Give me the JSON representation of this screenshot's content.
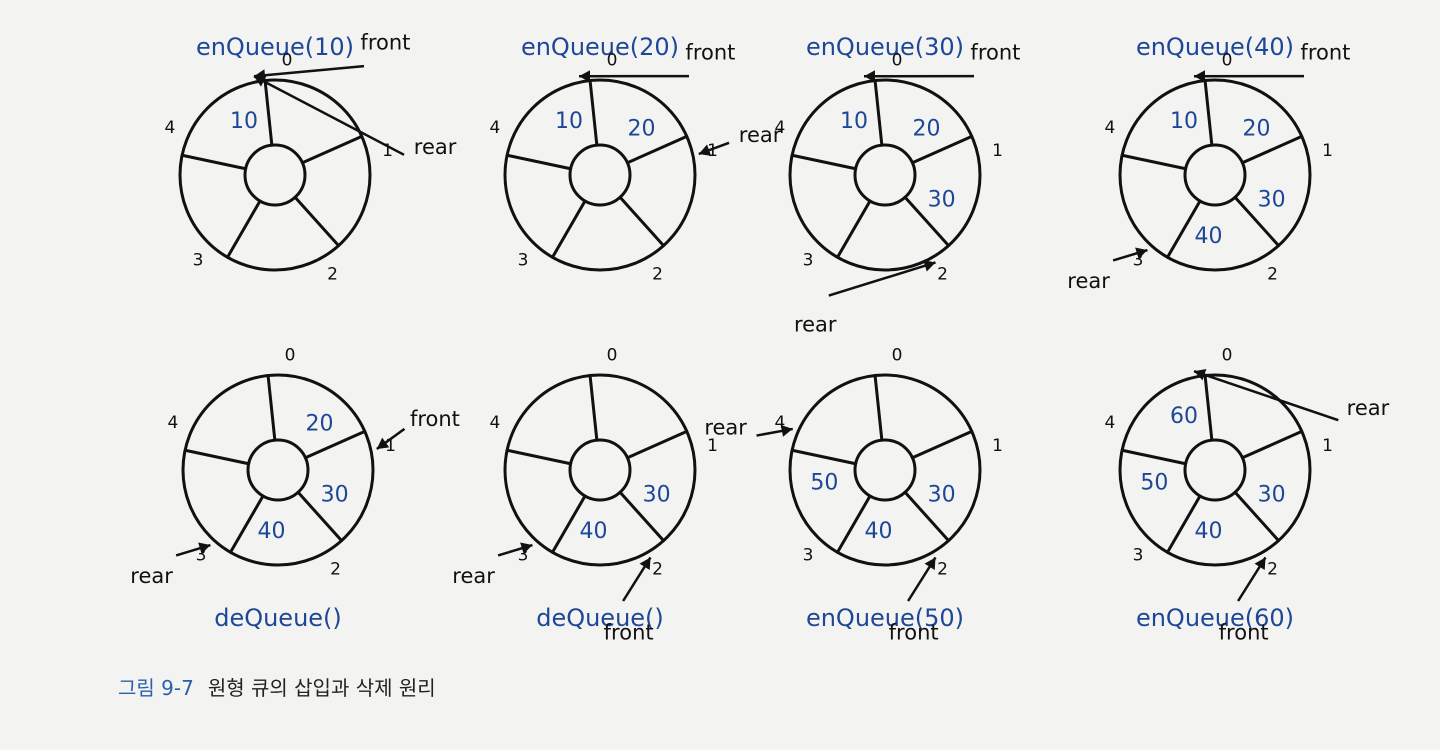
{
  "caption": {
    "figure_number": "그림 9-7",
    "text": "원형 큐의 삽입과 삭제 원리"
  },
  "index_labels": [
    "0",
    "1",
    "2",
    "3",
    "4"
  ],
  "pointer_labels": {
    "front": "front",
    "rear": "rear"
  },
  "queues": [
    {
      "title": "enQueue(10)",
      "values": [
        "10",
        "",
        "",
        "",
        ""
      ],
      "front": 0,
      "rear": 0
    },
    {
      "title": "enQueue(20)",
      "values": [
        "10",
        "20",
        "",
        "",
        ""
      ],
      "front": 0,
      "rear": 1
    },
    {
      "title": "enQueue(30)",
      "values": [
        "10",
        "20",
        "30",
        "",
        ""
      ],
      "front": 0,
      "rear": 2
    },
    {
      "title": "enQueue(40)",
      "values": [
        "10",
        "20",
        "30",
        "40",
        ""
      ],
      "front": 0,
      "rear": 3
    },
    {
      "title": "deQueue()",
      "values": [
        "",
        "20",
        "30",
        "40",
        ""
      ],
      "front": 1,
      "rear": 3
    },
    {
      "title": "deQueue()",
      "values": [
        "",
        "",
        "30",
        "40",
        ""
      ],
      "front": 2,
      "rear": 3
    },
    {
      "title": "enQueue(50)",
      "values": [
        "",
        "",
        "30",
        "40",
        "50"
      ],
      "front": 2,
      "rear": 4
    },
    {
      "title": "enQueue(60)",
      "values": [
        "60",
        "",
        "30",
        "40",
        "50"
      ],
      "front": 2,
      "rear": 0
    }
  ]
}
